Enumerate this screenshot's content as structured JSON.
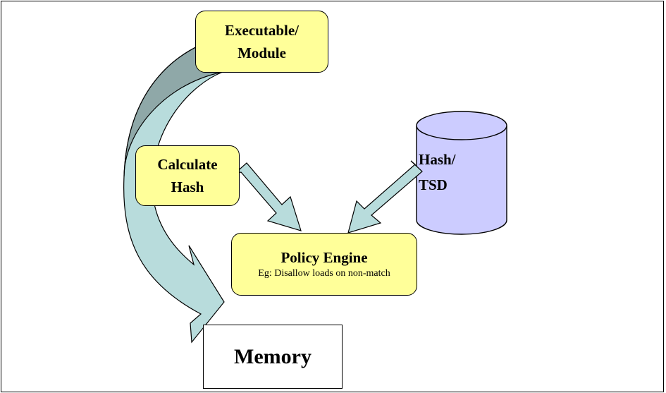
{
  "nodes": {
    "executable": {
      "line1": "Executable/",
      "line2": "Module"
    },
    "calculate_hash": {
      "line1": "Calculate",
      "line2": "Hash"
    },
    "hash_tsd": {
      "line1": "Hash/",
      "line2": "TSD"
    },
    "policy_engine": {
      "title": "Policy Engine",
      "subtitle": "Eg: Disallow loads on non-match"
    },
    "memory": {
      "label": "Memory"
    }
  },
  "colors": {
    "box_fill": "#ffff99",
    "cylinder_fill": "#ccccff",
    "arrow_fill": "#b8dcdc",
    "arrow_shade": "#8fa8a8"
  }
}
